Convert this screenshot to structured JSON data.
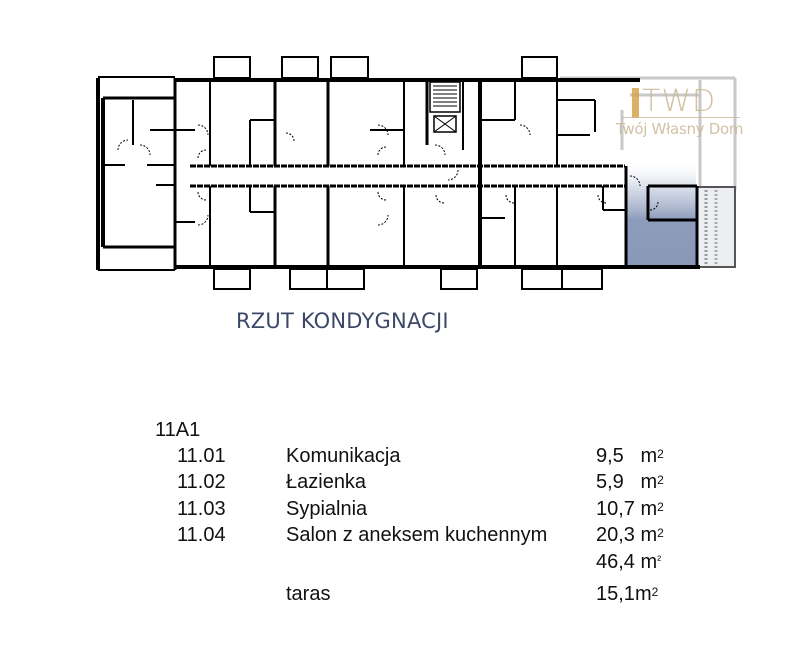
{
  "plan": {
    "title": "RZUT KONDYGNACJI",
    "highlight_color": "#8e9cbc",
    "wall_color": "#000000"
  },
  "logo": {
    "mark": "TWD",
    "tagline": "Twój Własny Dom",
    "accent_color": "#d6a24a",
    "text_color": "#c9b897"
  },
  "apartment": {
    "id": "11A1",
    "rooms": [
      {
        "number": "11.01",
        "name": "Komunikacja",
        "area": "9,5",
        "unit": "m",
        "sup": "2"
      },
      {
        "number": "11.02",
        "name": "Łazienka",
        "area": "5,9",
        "unit": "m",
        "sup": "2"
      },
      {
        "number": "11.03",
        "name": "Sypialnia",
        "area": "10,7",
        "unit": "m",
        "sup": "2"
      },
      {
        "number": "11.04",
        "name": "Salon z aneksem kuchennym",
        "area": "20,3",
        "unit": "m",
        "sup": "2"
      }
    ],
    "total": {
      "area": "46,4",
      "unit": "m",
      "sup": "²"
    },
    "terrace": {
      "name": "taras",
      "area": "15,1",
      "unit": "m",
      "sup": "2"
    }
  }
}
